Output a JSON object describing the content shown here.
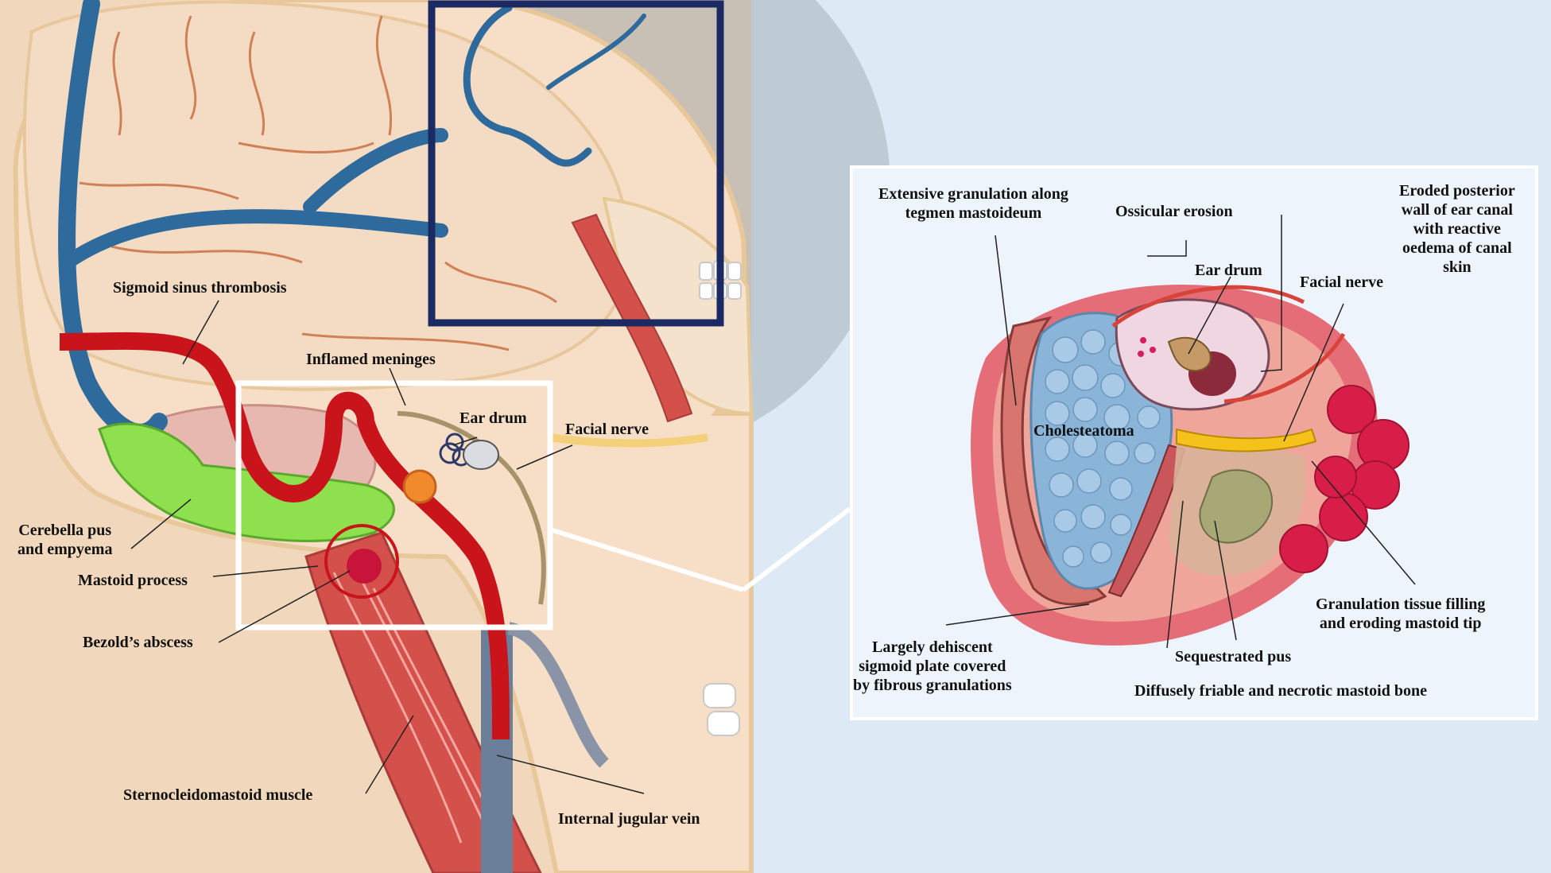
{
  "colors": {
    "background": "#dde9f4",
    "skin": "#f1d8bc",
    "brain": "#f3dcc3",
    "vein": "#2e6a9c",
    "thrombus": "#c8141a",
    "pus": "#8ee04f",
    "muscle": "#d4504a",
    "granulation": "#e2555f",
    "cholesteatoma": "#8ab4d8",
    "facial_nerve": "#f4c21a",
    "highlight_box": "#ffffff",
    "zoom_box": "#1b2a63"
  },
  "left_labels": {
    "sigmoid_sinus": "Sigmoid sinus thrombosis",
    "inflamed_meninges": "Inflamed meninges",
    "ear_drum": "Ear drum",
    "facial_nerve": "Facial nerve",
    "cerebellar_pus": "Cerebella pus\nand empyema",
    "mastoid_process": "Mastoid process",
    "bezold": "Bezold’s abscess",
    "scm": "Sternocleidomastoid muscle",
    "ijv": "Internal jugular vein"
  },
  "detail_labels": {
    "granulation_tegmen": "Extensive granulation along\ntegmen mastoideum",
    "ossicular": "Ossicular erosion",
    "eroded_wall": "Eroded posterior\nwall of ear canal\nwith reactive\noedema of canal\nskin",
    "ear_drum": "Ear drum",
    "facial_nerve": "Facial nerve",
    "cholesteatoma": "Cholesteatoma",
    "granulation_tip": "Granulation tissue filling\nand eroding mastoid tip",
    "sigmoid_plate": "Largely dehiscent\nsigmoid plate covered\nby fibrous granulations",
    "sequestrated_pus": "Sequestrated pus",
    "necrotic_bone": "Diffusely friable and necrotic mastoid bone"
  }
}
